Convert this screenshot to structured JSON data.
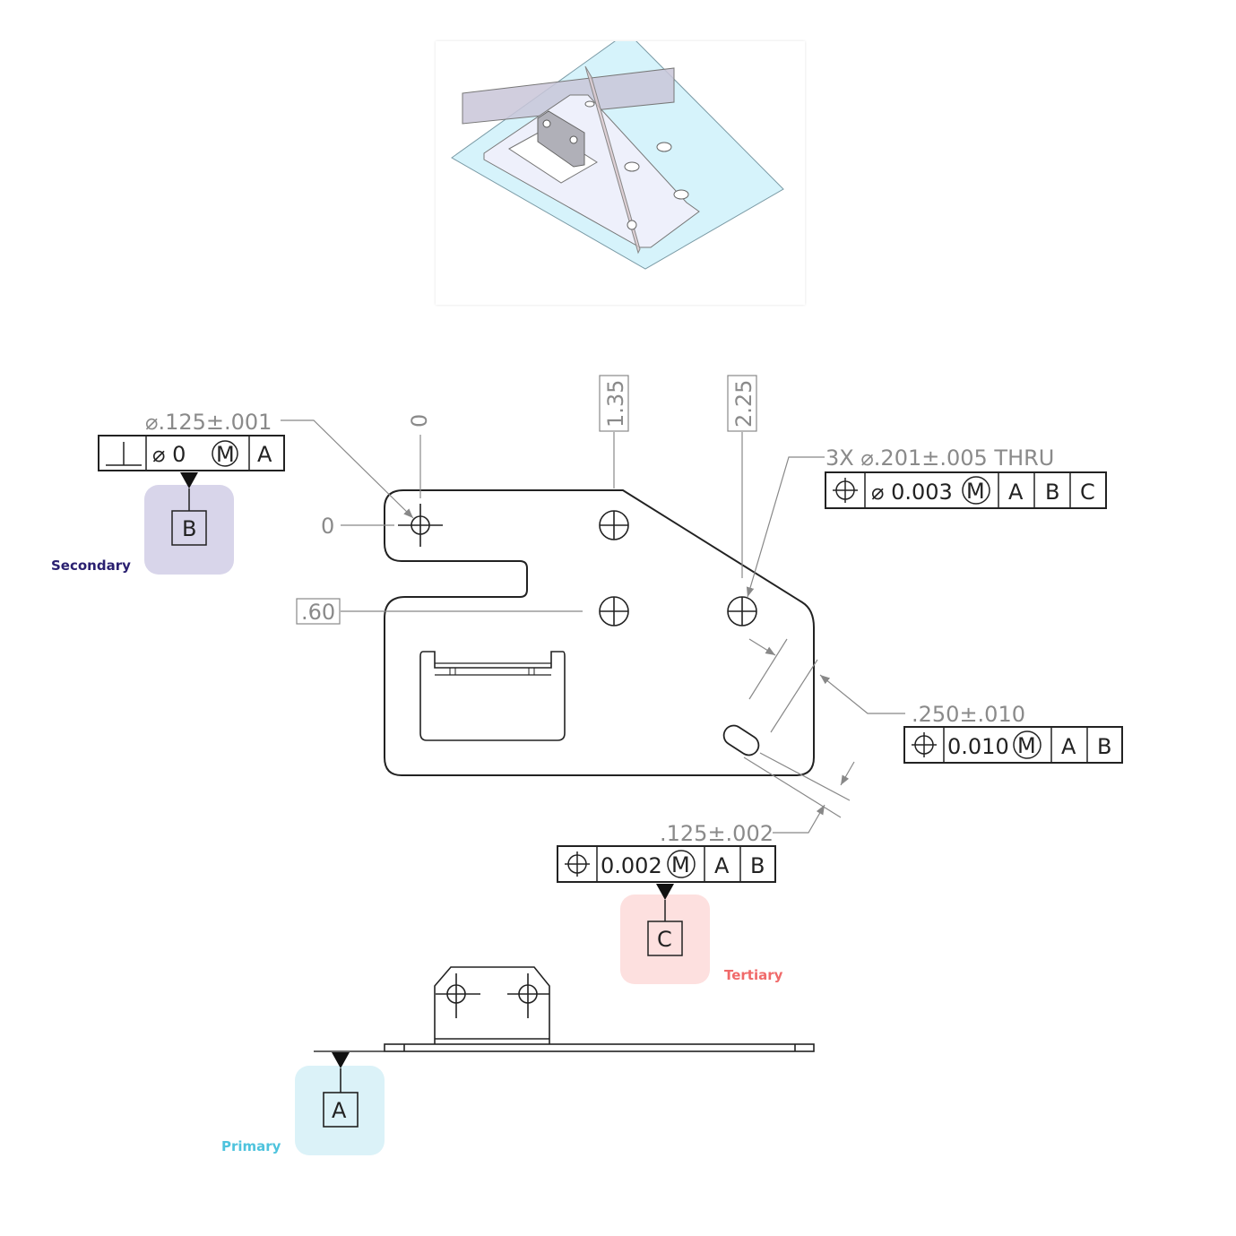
{
  "iso_view": {
    "title": "3D isometric view of sheet-metal bracket with datum planes",
    "plane_colors": {
      "primary": "#d6f3fb",
      "secondary": "#c9c5d8",
      "tertiary": "#d9c8cc"
    }
  },
  "datums": {
    "primary": {
      "letter": "A",
      "label": "Primary",
      "color": "#dbf2f8",
      "label_color": "#4ec3dd"
    },
    "secondary": {
      "letter": "B",
      "label": "Secondary",
      "color": "#d8d5ea",
      "label_color": "#2a2070"
    },
    "tertiary": {
      "letter": "C",
      "label": "Tertiary",
      "color": "#fde0df",
      "label_color": "#f06a6a"
    }
  },
  "dimensions": {
    "datum_hole": "⌀.125±.001",
    "holes_callout": "3X ⌀.201±.005 THRU",
    "slot_length": ".250±.010",
    "slot_width": ".125±.002",
    "ordinate_x": [
      "0",
      "1.35",
      "2.25"
    ],
    "ordinate_y": [
      "0",
      ".60"
    ]
  },
  "feature_control_frames": {
    "datum_b_frame": {
      "symbol": "perpendicularity",
      "tolerance": "⌀ 0",
      "modifier": "M",
      "refs": [
        "A"
      ]
    },
    "holes_frame": {
      "symbol": "position",
      "tolerance": "⌀ 0.003",
      "modifier": "M",
      "refs": [
        "A",
        "B",
        "C"
      ]
    },
    "slot_length_frame": {
      "symbol": "position",
      "tolerance": "0.010",
      "modifier": "M",
      "refs": [
        "A",
        "B"
      ]
    },
    "slot_width_frame": {
      "symbol": "position",
      "tolerance": "0.002",
      "modifier": "M",
      "refs": [
        "A",
        "B"
      ]
    }
  }
}
